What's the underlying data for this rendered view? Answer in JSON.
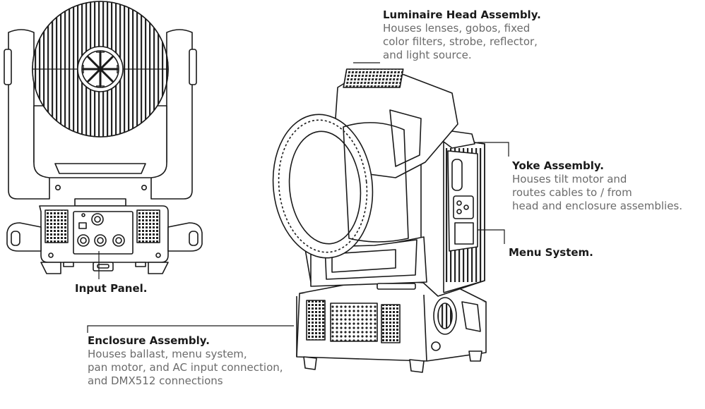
{
  "callouts": {
    "head": {
      "title": "Luminaire Head Assembly.",
      "description": "Houses lenses, gobos, fixed\ncolor filters, strobe, reflector,\nand light source."
    },
    "yoke": {
      "title": "Yoke Assembly.",
      "description": "Houses tilt motor and\nroutes cables to / from\nhead and enclosure assemblies."
    },
    "menu": {
      "title": "Menu System."
    },
    "input": {
      "title": "Input Panel."
    },
    "enclosure": {
      "title": "Enclosure Assembly.",
      "description": "Houses ballast, menu system,\npan motor, and AC input connection,\nand DMX512 connections"
    }
  },
  "colors": {
    "line": "#1a1a1a",
    "title": "#1a1a1a",
    "description": "#6b6b6b"
  }
}
